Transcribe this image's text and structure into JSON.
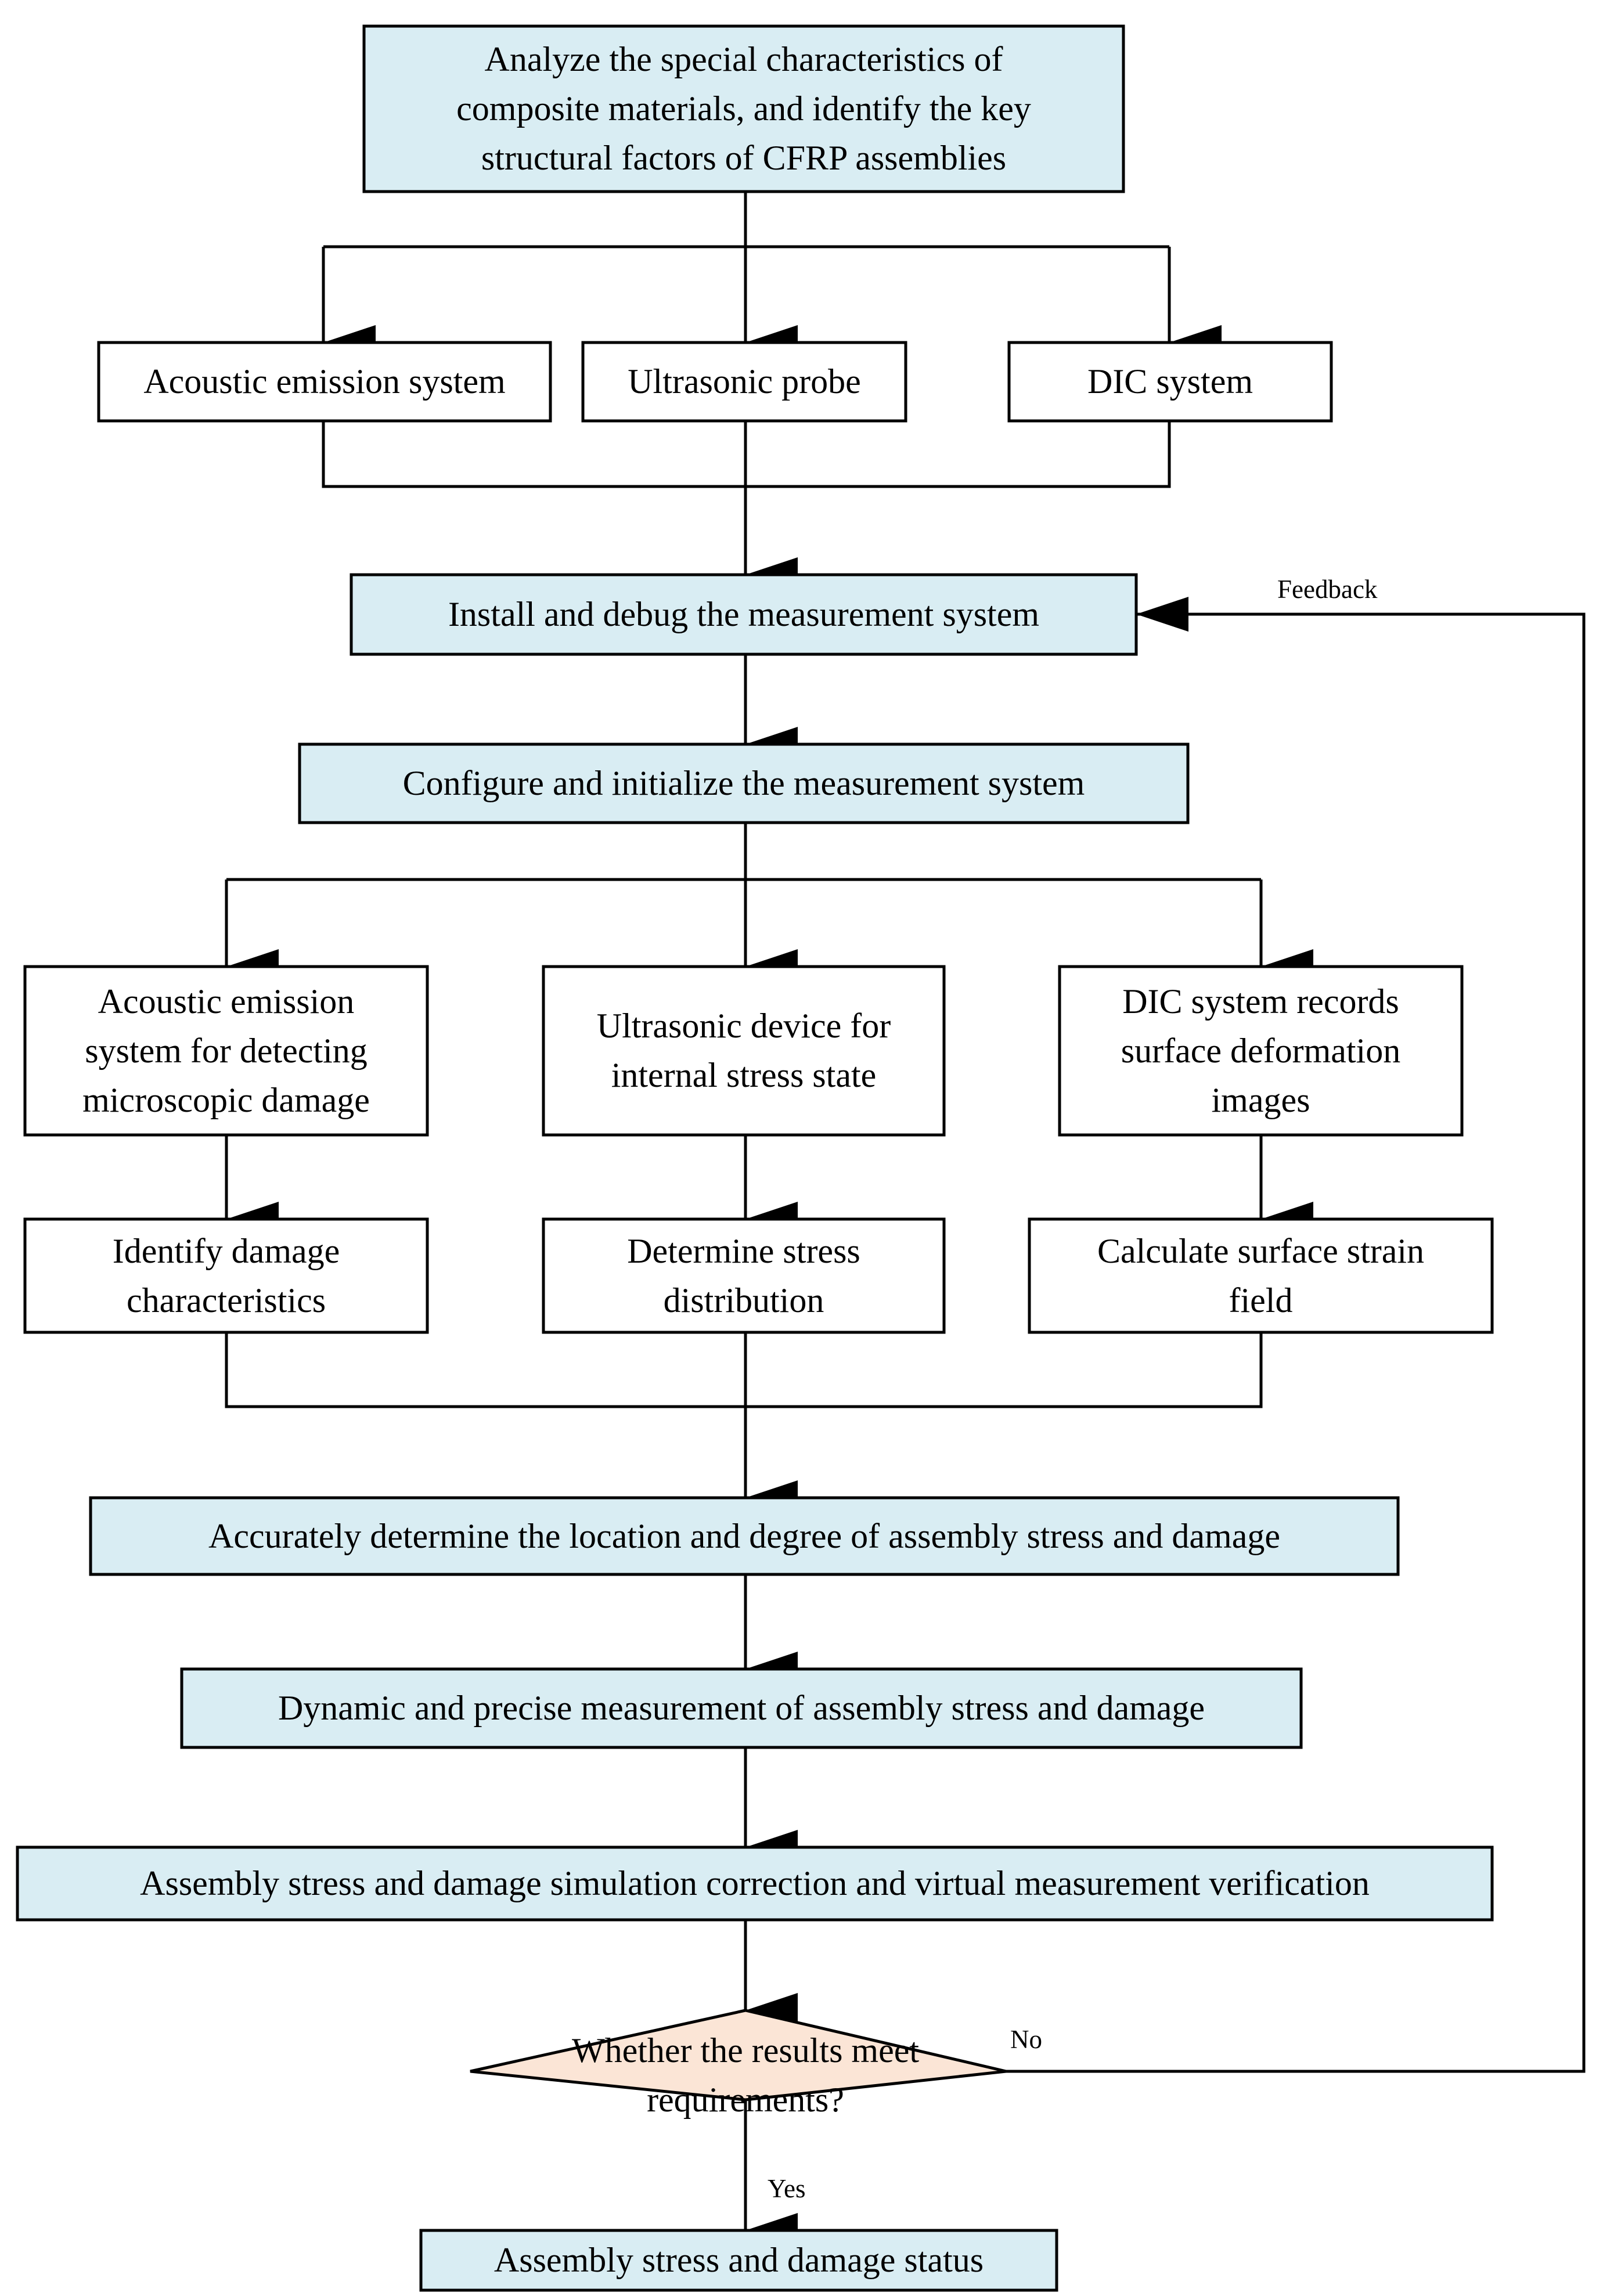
{
  "nodes": {
    "analyze": "Analyze the special characteristics of\ncomposite materials, and identify the key\nstructural factors of CFRP assemblies",
    "acoustic_system": "Acoustic emission system",
    "ultrasonic_probe": "Ultrasonic probe",
    "dic_system": "DIC system",
    "install_debug": "Install and debug the measurement system",
    "configure_init": "Configure and initialize the measurement system",
    "acoustic_detect": "Acoustic emission\nsystem for detecting\nmicroscopic damage",
    "ultrasonic_device": "Ultrasonic device for\ninternal stress state",
    "dic_records": "DIC system records\nsurface deformation\nimages",
    "identify_damage": "Identify damage\ncharacteristics",
    "determine_stress": "Determine stress\ndistribution",
    "calc_strain": "Calculate surface strain\nfield",
    "accurately_determine": "Accurately determine the location and degree of assembly stress and damage",
    "dynamic_measure": "Dynamic and precise measurement of assembly stress and damage",
    "simulation_correction": "Assembly stress and damage simulation correction and virtual measurement verification",
    "decision": "Whether the results meet\nrequirements?",
    "status": "Assembly stress and damage status"
  },
  "edge_labels": {
    "feedback": "Feedback",
    "no": "No",
    "yes": "Yes"
  },
  "colors": {
    "process_fill": "#d9edf3",
    "device_fill": "#ffffff",
    "decision_fill": "#fbe5d6",
    "stroke": "#000000"
  }
}
